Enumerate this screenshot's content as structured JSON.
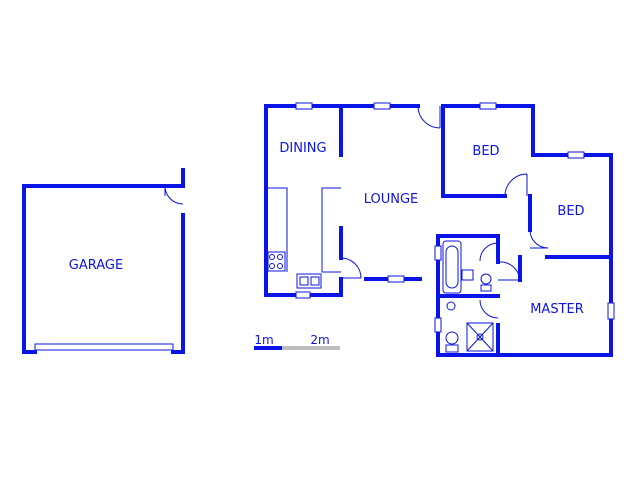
{
  "rooms": {
    "garage": "GARAGE",
    "dining": "DINING",
    "lounge": "LOUNGE",
    "bed1": "BED",
    "bed2": "BED",
    "master": "MASTER"
  },
  "scale": {
    "mark1": "1m",
    "mark2": "2m"
  },
  "colors": {
    "wall": "#0b14e6",
    "scale_light": "#bdbdbd"
  }
}
